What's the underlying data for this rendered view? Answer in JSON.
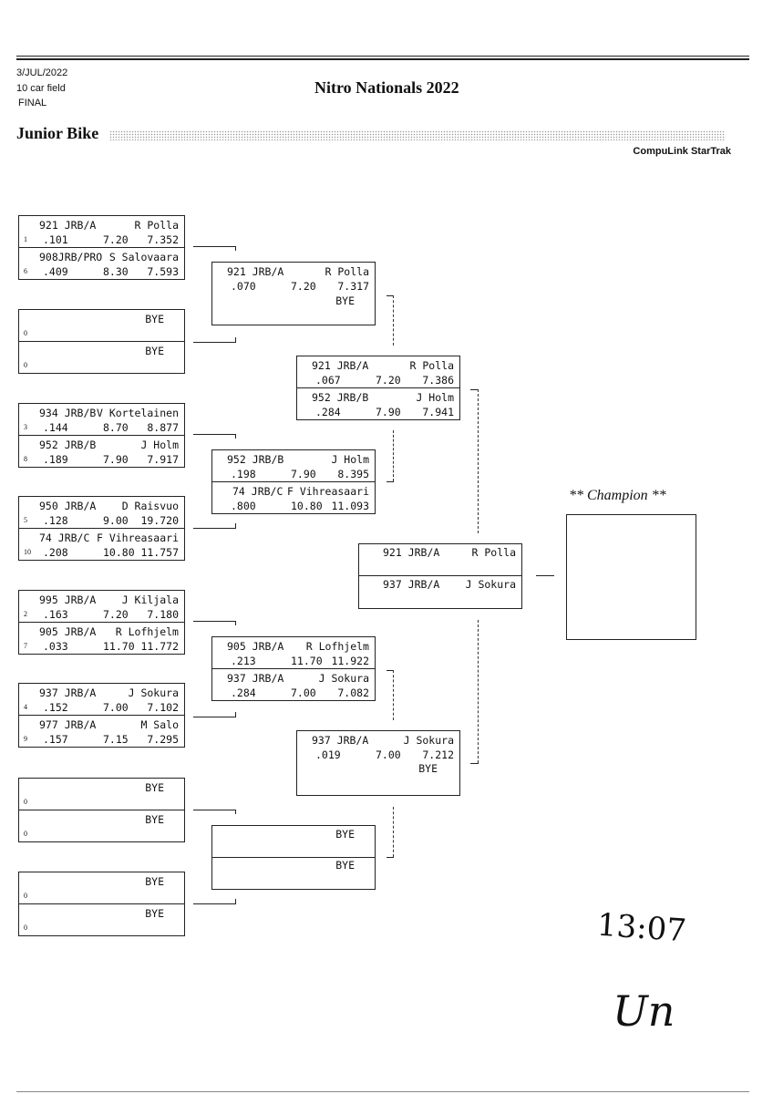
{
  "header": {
    "date": "3/JUL/2022",
    "field": "10 car field",
    "round": "FINAL",
    "event_title": "Nitro Nationals 2022",
    "class_name": "Junior Bike",
    "software": "CompuLink StarTrak"
  },
  "r1": [
    {
      "seed": "1",
      "id": "921 JRB/A",
      "name": "R Polla",
      "rt": ".101",
      "et": "7.20",
      "pt": "7.352"
    },
    {
      "seed": "6",
      "id": "908JRB/PRO",
      "name": "S Salovaara",
      "rt": ".409",
      "et": "8.30",
      "pt": "7.593"
    },
    {
      "seed": "0",
      "bye": "BYE"
    },
    {
      "seed": "0",
      "bye": "BYE"
    },
    {
      "seed": "3",
      "id": "934 JRB/B",
      "name": "V Kortelainen",
      "rt": ".144",
      "et": "8.70",
      "pt": "8.877"
    },
    {
      "seed": "8",
      "id": "952 JRB/B",
      "name": "J Holm",
      "rt": ".189",
      "et": "7.90",
      "pt": "7.917"
    },
    {
      "seed": "5",
      "id": "950 JRB/A",
      "name": "D Raisvuo",
      "rt": ".128",
      "et": "9.00",
      "pt": "19.720"
    },
    {
      "seed": "10",
      "id": "74 JRB/C",
      "name": "F Vihreasaari",
      "rt": ".208",
      "et": "10.80",
      "pt": "11.757"
    },
    {
      "seed": "2",
      "id": "995 JRB/A",
      "name": "J Kiljala",
      "rt": ".163",
      "et": "7.20",
      "pt": "7.180"
    },
    {
      "seed": "7",
      "id": "905 JRB/A",
      "name": "R Lofhjelm",
      "rt": ".033",
      "et": "11.70",
      "pt": "11.772"
    },
    {
      "seed": "4",
      "id": "937 JRB/A",
      "name": "J Sokura",
      "rt": ".152",
      "et": "7.00",
      "pt": "7.102"
    },
    {
      "seed": "9",
      "id": "977 JRB/A",
      "name": "M Salo",
      "rt": ".157",
      "et": "7.15",
      "pt": "7.295"
    },
    {
      "seed": "0",
      "bye": "BYE"
    },
    {
      "seed": "0",
      "bye": "BYE"
    },
    {
      "seed": "0",
      "bye": "BYE"
    },
    {
      "seed": "0",
      "bye": "BYE"
    }
  ],
  "r2": [
    {
      "id": "921 JRB/A",
      "name": "R Polla",
      "rt": ".070",
      "et": "7.20",
      "pt": "7.317"
    },
    {
      "bye": "BYE"
    },
    {
      "id": "952 JRB/B",
      "name": "J Holm",
      "rt": ".198",
      "et": "7.90",
      "pt": "8.395"
    },
    {
      "id": "74 JRB/C",
      "name": "F Vihreasaari",
      "rt": ".800",
      "et": "10.80",
      "pt": "11.093"
    },
    {
      "id": "905 JRB/A",
      "name": "R Lofhjelm",
      "rt": ".213",
      "et": "11.70",
      "pt": "11.922"
    },
    {
      "id": "937 JRB/A",
      "name": "J Sokura",
      "rt": ".284",
      "et": "7.00",
      "pt": "7.082"
    },
    {
      "bye": "BYE"
    },
    {
      "bye": "BYE"
    }
  ],
  "r3": [
    {
      "id": "921 JRB/A",
      "name": "R Polla",
      "rt": ".067",
      "et": "7.20",
      "pt": "7.386"
    },
    {
      "id": "952 JRB/B",
      "name": "J Holm",
      "rt": ".284",
      "et": "7.90",
      "pt": "7.941"
    },
    {
      "id": "937 JRB/A",
      "name": "J Sokura",
      "rt": ".019",
      "et": "7.00",
      "pt": "7.212"
    },
    {
      "bye": "BYE"
    }
  ],
  "final": [
    {
      "id": "921 JRB/A",
      "name": "R Polla"
    },
    {
      "id": "937 JRB/A",
      "name": "J Sokura"
    }
  ],
  "champion_label": "** Champion **",
  "handwriting": {
    "time": "13:07",
    "initials": "Un"
  }
}
